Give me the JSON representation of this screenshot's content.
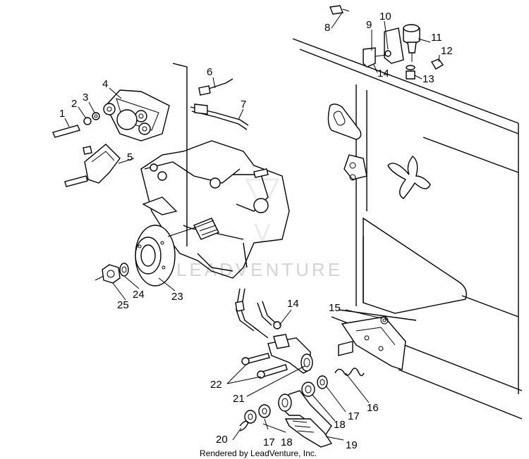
{
  "watermark": "LEADVENTURE",
  "credit": "Rendered by LeadVenture, Inc.",
  "callouts": {
    "c1": "1",
    "c2": "2",
    "c3": "3",
    "c4": "4",
    "c5": "5",
    "c6": "6",
    "c7": "7",
    "c8": "8",
    "c9": "9",
    "c10": "10",
    "c11": "11",
    "c12": "12",
    "c13": "13",
    "c14a": "14",
    "c14b": "14",
    "c15": "15",
    "c16": "16",
    "c17a": "17",
    "c17b": "17",
    "c18a": "18",
    "c18b": "18",
    "c19": "19",
    "c20": "20",
    "c21": "21",
    "c22": "22",
    "c23": "23",
    "c24": "24",
    "c25": "25"
  }
}
